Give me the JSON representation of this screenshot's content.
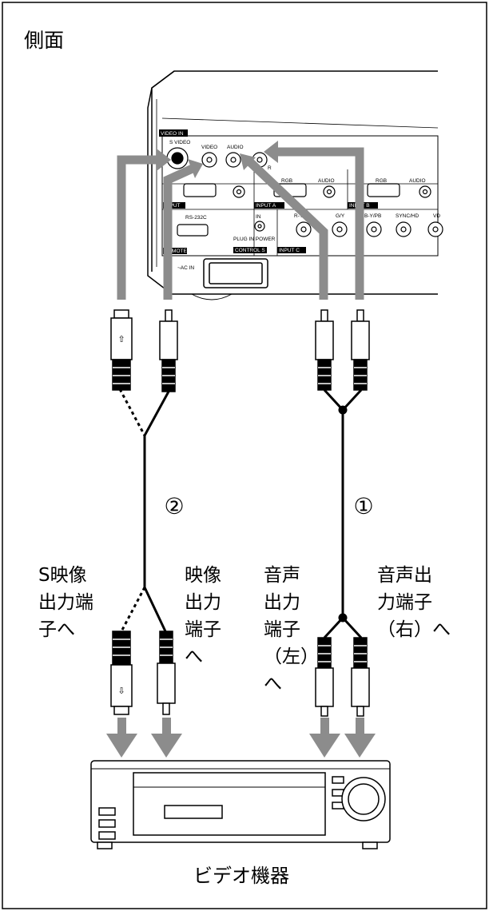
{
  "title": "側面",
  "device_label": "ビデオ機器",
  "cable_markers": {
    "one": "①",
    "two": "②"
  },
  "labels": {
    "s_video_out": [
      "S映像",
      "出力端",
      "子へ"
    ],
    "video_out": [
      "映像",
      "出力",
      "端子",
      "へ"
    ],
    "audio_out_left": [
      "音声",
      "出力",
      "端子",
      "（左）",
      "へ"
    ],
    "audio_out_right": [
      "音声出",
      "力端子",
      "（右）へ"
    ]
  },
  "panel": {
    "video_in": "VIDEO IN",
    "s_video": "S VIDEO",
    "video": "VIDEO",
    "audio": "AUDIO",
    "r": "R",
    "rgb": "RGB",
    "input": "INPUT",
    "input_a": "INPUT A",
    "input_b": "INPUT B",
    "input_c": "INPUT C",
    "rs232c": "RS-232C",
    "remote": "REMOTE",
    "in": "IN",
    "plug_in_power": "PLUG IN POWER",
    "control_s": "CONTROL S",
    "r_y_pr": "R-Y/PR",
    "g_y": "G/Y",
    "b_y_pb": "B-Y/PB",
    "sync_hd": "SYNC/HD",
    "vd": "VD",
    "ac_in": "~AC IN"
  },
  "colors": {
    "arrow": "#8c8c8c",
    "line": "#000000",
    "fill": "#ffffff"
  }
}
